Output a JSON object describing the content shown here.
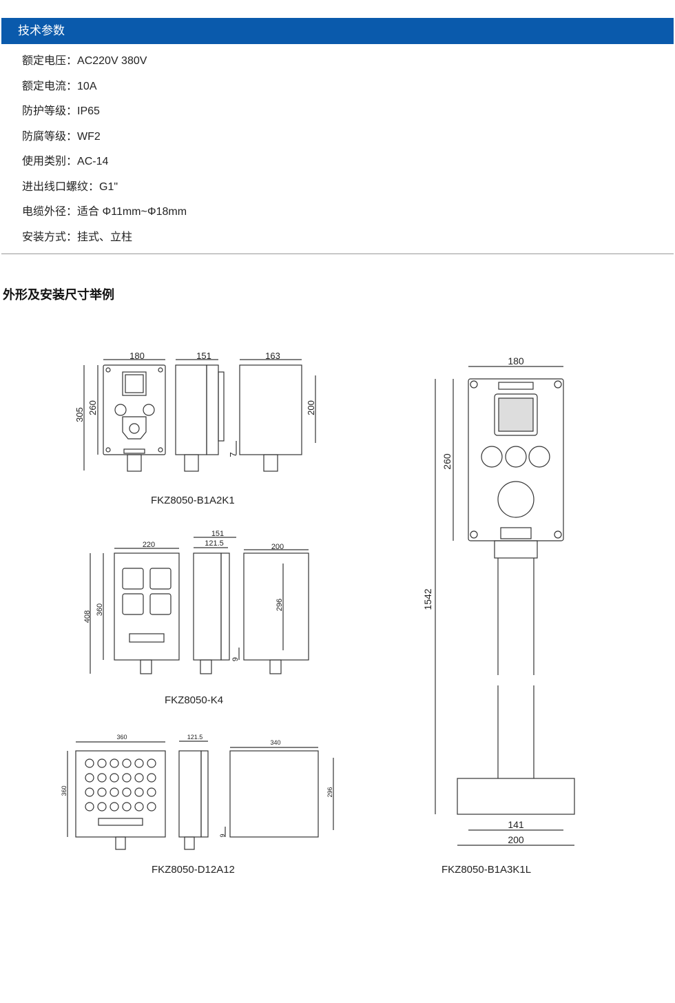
{
  "header": {
    "title": "技术参数"
  },
  "specs": [
    {
      "label": "额定电压：",
      "value": "AC220V 380V"
    },
    {
      "label": "额定电流：",
      "value": "10A"
    },
    {
      "label": "防护等级：",
      "value": "IP65"
    },
    {
      "label": "防腐等级：",
      "value": "WF2"
    },
    {
      "label": "使用类别：",
      "value": "AC-14"
    },
    {
      "label": "进出线口螺纹：",
      "value": "G1\""
    },
    {
      "label": "电缆外径：",
      "value": "适合 Φ11mm~Φ18mm"
    },
    {
      "label": "安装方式：",
      "value": "挂式、立柱"
    }
  ],
  "section_title": "外形及安装尺寸举例",
  "drawings": {
    "d1": {
      "caption": "FKZ8050-B1A2K1",
      "dims": [
        "180",
        "151",
        "163",
        "305",
        "260",
        "200",
        "7"
      ]
    },
    "d2": {
      "caption": "FKZ8050-K4",
      "dims": [
        "220",
        "151",
        "121.5",
        "200",
        "408",
        "360",
        "296",
        "9"
      ]
    },
    "d3": {
      "caption": "FKZ8050-D12A12",
      "dims": [
        "360",
        "121.5",
        "340",
        "360",
        "296",
        "9"
      ]
    },
    "d4": {
      "caption": "FKZ8050-B1A3K1L",
      "dims": [
        "180",
        "260",
        "1542",
        "141",
        "200"
      ]
    }
  }
}
